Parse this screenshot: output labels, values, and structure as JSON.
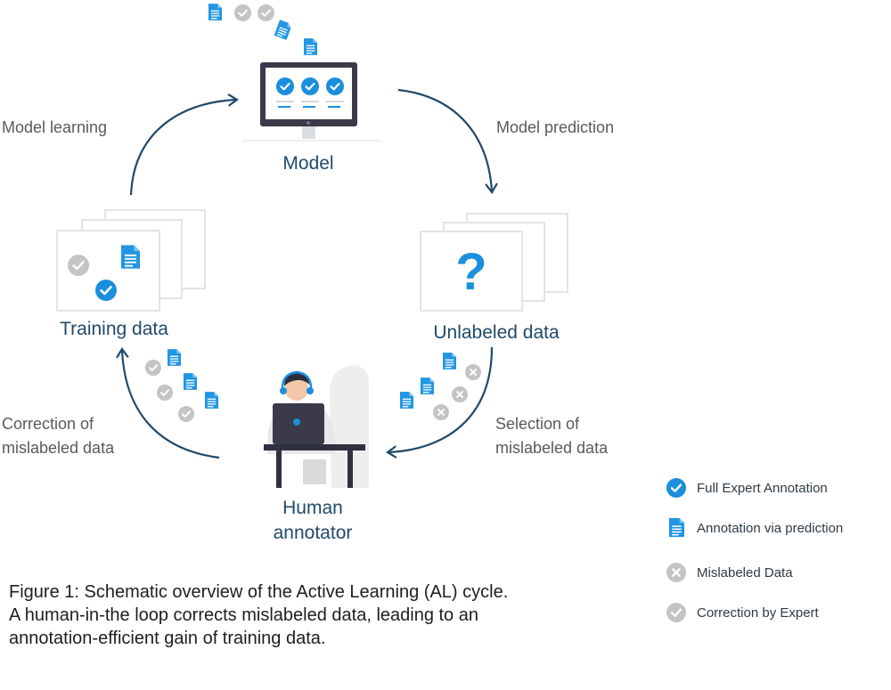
{
  "nodes": {
    "model": "Model",
    "training": "Training data",
    "unlabeled": "Unlabeled data",
    "human": "Human\nannotator"
  },
  "edges": {
    "model_learning": "Model learning",
    "model_prediction": "Model prediction",
    "correction": "Correction of\nmislabeled data",
    "selection": "Selection of\nmislabeled data"
  },
  "question_mark": "?",
  "legend": [
    {
      "icon": "check-filled-icon",
      "label": "Full Expert Annotation"
    },
    {
      "icon": "document-icon",
      "label": "Annotation via prediction"
    },
    {
      "icon": "cross-circle-icon",
      "label": "Mislabeled Data"
    },
    {
      "icon": "check-grey-icon",
      "label": "Correction by Expert"
    }
  ],
  "caption": "Figure 1: Schematic overview of the Active Learning (AL) cycle.\nA human-in-the loop corrects mislabeled data, leading to an\nannotation-efficient gain of training data.",
  "colors": {
    "accent": "#1a8fdd",
    "arrow": "#1f4a6b",
    "grey_icon": "#c4c4c4",
    "doc": "#2196e3"
  }
}
